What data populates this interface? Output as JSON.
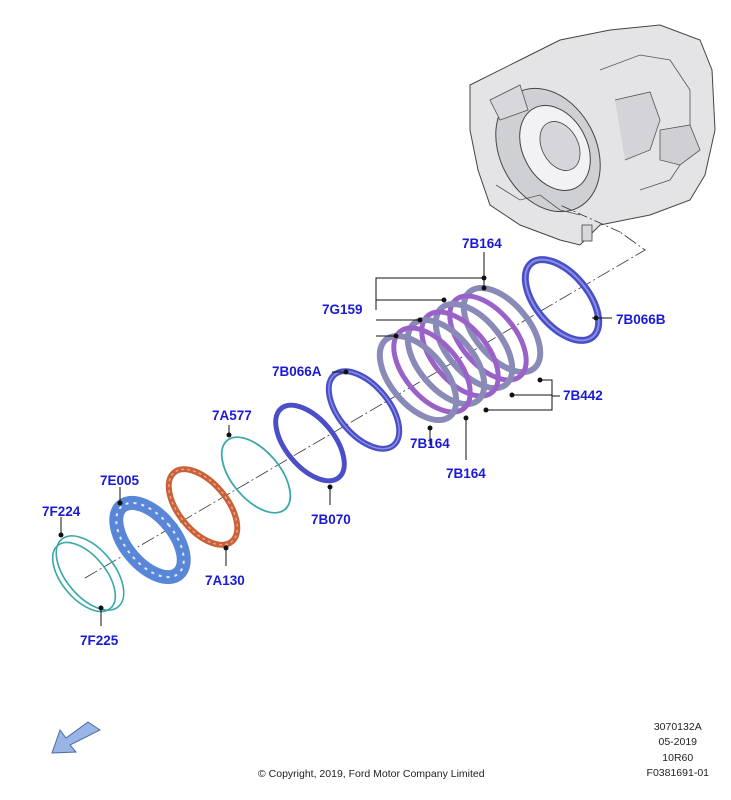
{
  "labels": {
    "l_7B164_top": "7B164",
    "l_7G159": "7G159",
    "l_7B066B": "7B066B",
    "l_7B066A": "7B066A",
    "l_7B442": "7B442",
    "l_7A577": "7A577",
    "l_7B164_mid": "7B164",
    "l_7B164_bot": "7B164",
    "l_7E005": "7E005",
    "l_7B070": "7B070",
    "l_7F224": "7F224",
    "l_7A130": "7A130",
    "l_7F225": "7F225"
  },
  "meta": {
    "illustration_code": "3070132A",
    "date": "05-2019",
    "model": "10R60",
    "figure_id": "F0381691-01"
  },
  "copyright": "© Copyright, 2019, Ford Motor Company Limited",
  "colors": {
    "label": "#1a1ad6",
    "clutch_plate": "#4a4fc8",
    "friction_plate": "#9a62c8",
    "steel_plate": "#8a8ab8",
    "snap_ring": "#3aa8a8",
    "spring_ring": "#c8603a",
    "piston": "#5a86d8",
    "housing": "#d8d8d8"
  },
  "icons": {
    "direction_arrow": "direction-arrow-icon"
  }
}
